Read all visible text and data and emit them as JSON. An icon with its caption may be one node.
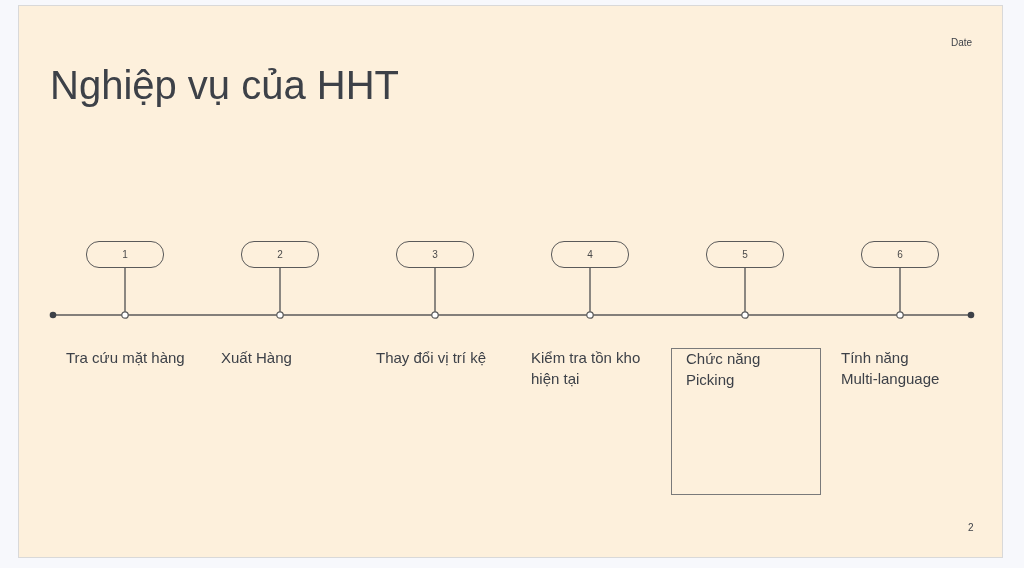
{
  "diagram": {
    "title": "Nghiệp vụ của HHT",
    "nodes": [
      {
        "text": [
          "1"
        ]
      },
      {
        "text": [
          "2"
        ]
      },
      {
        "text": [
          "3"
        ]
      },
      {
        "text": [
          "4"
        ]
      },
      {
        "text": [
          "5"
        ]
      },
      {
        "text": [
          "6"
        ]
      },
      {
        "text": [
          "Chức năng Picking"
        ]
      }
    ],
    "edges": [
      {
        "from": 0,
        "to": null,
        "arrow": "other"
      },
      {
        "from": 1,
        "to": null,
        "arrow": "other"
      },
      {
        "from": 2,
        "to": null,
        "arrow": "other"
      },
      {
        "from": 3,
        "to": null,
        "arrow": "other"
      },
      {
        "from": 4,
        "to": null,
        "arrow": "other"
      },
      {
        "from": 5,
        "to": null,
        "arrow": "other"
      }
    ],
    "labels": [
      "Date",
      "Tra cứu mặt hàng",
      "Xuất Hàng",
      "Thay đổi vị trí kệ",
      "Kiểm tra tồn kho hiện tại",
      "Tính năng Multi-language",
      "2"
    ]
  }
}
